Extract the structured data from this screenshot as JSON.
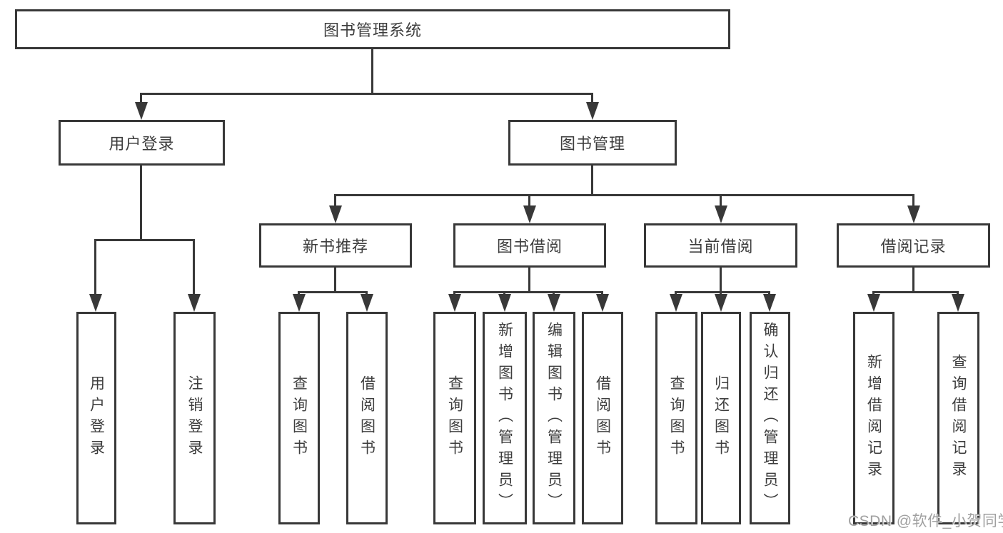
{
  "diagram": {
    "title": "图书管理系统",
    "nodes": {
      "root": "图书管理系统",
      "user_login": "用户登录",
      "book_management": "图书管理",
      "new_book_recommend": "新书推荐",
      "book_borrow": "图书借阅",
      "current_borrow": "当前借阅",
      "borrow_records": "借阅记录",
      "leaf_user_login": "用户登录",
      "leaf_logout_login": "注销登录",
      "leaf_nb_query_books": "查询图书",
      "leaf_nb_borrow_books": "借阅图书",
      "leaf_bb_query_books": "查询图书",
      "leaf_bb_add_books_admin": "新增图书（管理员）",
      "leaf_bb_edit_books_admin": "编辑图书（管理员）",
      "leaf_bb_borrow_books": "借阅图书",
      "leaf_cb_query_books": "查询图书",
      "leaf_cb_return_books": "归还图书",
      "leaf_cb_confirm_return_admin": "确认归还（管理员）",
      "leaf_br_add_record": "新增借阅记录",
      "leaf_br_query_record": "查询借阅记录"
    },
    "watermark": "CSDN @软件_小贺同学"
  },
  "colors": {
    "line": "#383838",
    "text": "#3d3d3d",
    "watermark": "#a0a0a0",
    "background": "#ffffff"
  }
}
